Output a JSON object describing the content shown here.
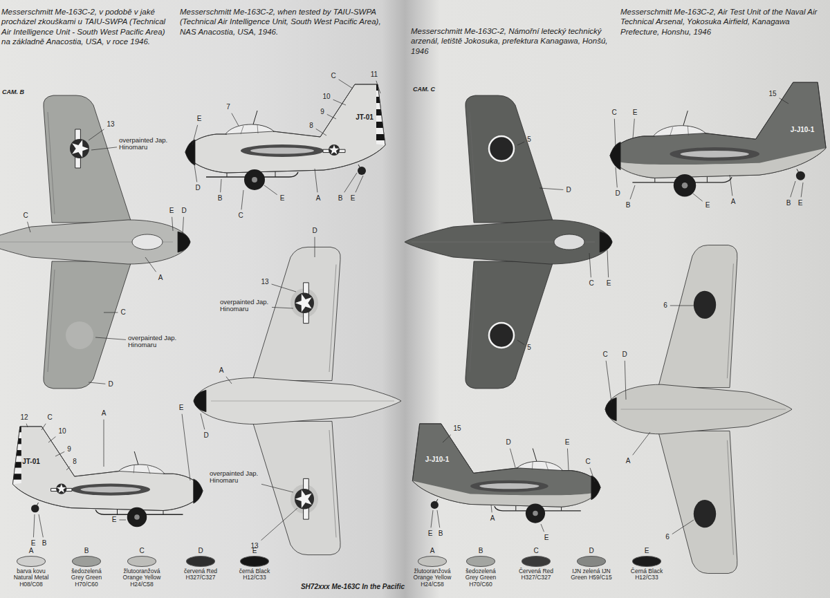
{
  "diagram": {
    "labels": [
      "Messerschmitt Me-163C-2, v podobě v jaké procházel zkouškami u TAIU-SWPA (Technical Air Intelligence Unit - South West Pacific Area) na základně Anacostia, USA, v roce 1946.",
      "Messerschmitt Me-163C-2, when tested by TAIU-SWPA (Technical Air Intelligence Unit, South West Pacific Area), NAS Anacostia, USA, 1946.",
      "CAM. B",
      "Messerschmitt Me-163C-2, Námořní letecký technický arzenál, letiště Jokosuka, prefektura Kanagawa, Honšú, 1946",
      "Messerschmitt Me-163C-2, Air Test Unit of the Naval Air Technical Arsenal, Yokosuka Airfield, Kanagawa Prefecture, Honshu, 1946",
      "CAM. C",
      "13",
      "overpainted Jap. Hinomaru",
      "C",
      "E",
      "D",
      "A",
      "C",
      "overpainted Jap. Hinomaru",
      "D",
      "E",
      "7",
      "C",
      "11",
      "10",
      "9",
      "8",
      "JT-01",
      "D",
      "B",
      "C",
      "E",
      "A",
      "B",
      "E",
      "D",
      "13",
      "overpainted Jap. Hinomaru",
      "A",
      "D",
      "overpainted Jap. Hinomaru",
      "13",
      "12",
      "C",
      "10",
      "9",
      "8",
      "JT-01",
      "A",
      "E",
      "E",
      "B",
      "E",
      "A",
      "B",
      "C",
      "D",
      "E",
      "SH72xxx Me-163C In the Pacific",
      "5",
      "D",
      "5",
      "C",
      "E",
      "15",
      "C",
      "E",
      "J-J10-1",
      "D",
      "B",
      "E",
      "A",
      "B",
      "E",
      "6",
      "C",
      "D",
      "A",
      "6",
      "15",
      "J-J10-1",
      "D",
      "E",
      "C",
      "A",
      "E",
      "B",
      "E",
      "A",
      "B",
      "C",
      "D",
      "E"
    ],
    "legend": [
      {
        "text": "barva kovu Natural Metal H08/C08",
        "color": "#cfcfcd"
      },
      {
        "text": "šedozelená Grey Green H70/C60",
        "color": "#9c9e9a"
      },
      {
        "text": "žlutooranžová Orange Yellow H24/C58",
        "color": "#bdbdb9"
      },
      {
        "text": "červená Red H327/C327",
        "color": "#2e2e2e"
      },
      {
        "text": "černá Black H12/C33",
        "color": "#151515"
      },
      {
        "text": "žlutooranžová Orange Yellow H24/C58",
        "color": "#c2c2be"
      },
      {
        "text": "šedozelená Grey Green H70/C60",
        "color": "#a3a5a1"
      },
      {
        "text": "Červená Red H327/C327",
        "color": "#3a3a3a"
      },
      {
        "text": "IJN zelená IJN Green H59/C15",
        "color": "#858784"
      },
      {
        "text": "Černá Black H12/C33",
        "color": "#1b1b1b"
      }
    ]
  }
}
